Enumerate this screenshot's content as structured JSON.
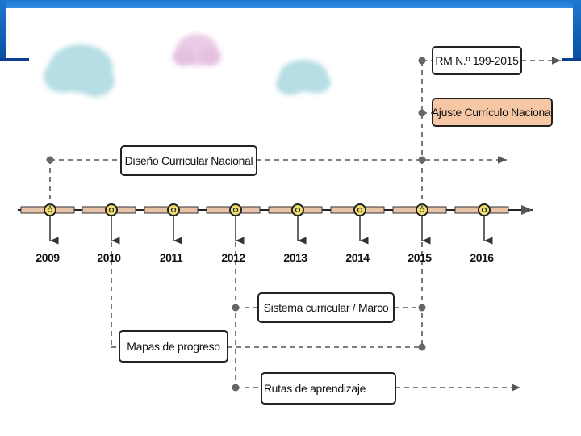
{
  "timeline": {
    "years": [
      "2009",
      "2010",
      "2011",
      "2012",
      "2013",
      "2014",
      "2015",
      "2016"
    ]
  },
  "labels": {
    "rm": "RM N.º 199-2015",
    "ajuste": "Ajuste Currículo Nacional",
    "diseno": "Diseño Curricular Nacional",
    "sistema": "Sistema curricular / Marco",
    "mapas": "Mapas de progreso",
    "rutas": "Rutas de aprendizaje"
  },
  "colors": {
    "highlight_fill": "#f6c7a5",
    "connector": "#555555",
    "axis_segment": "#e8c3a7",
    "marker": "#f2df72"
  }
}
